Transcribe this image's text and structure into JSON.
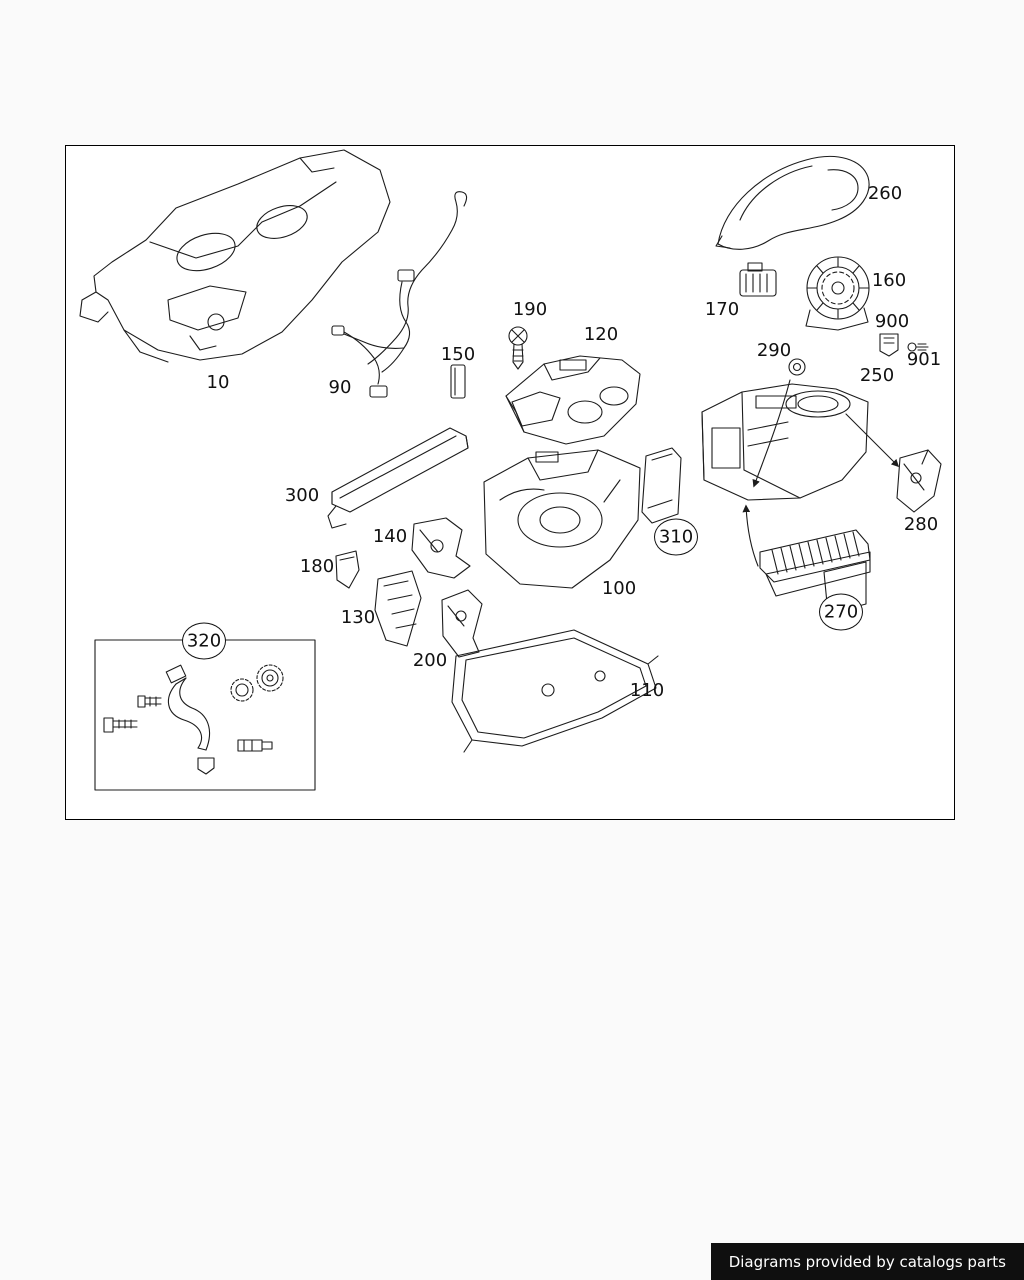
{
  "labels": [
    {
      "text": "10",
      "circled": false
    },
    {
      "text": "90",
      "circled": false
    },
    {
      "text": "150",
      "circled": false
    },
    {
      "text": "190",
      "circled": false
    },
    {
      "text": "120",
      "circled": false
    },
    {
      "text": "170",
      "circled": false
    },
    {
      "text": "260",
      "circled": false
    },
    {
      "text": "160",
      "circled": false
    },
    {
      "text": "900",
      "circled": false
    },
    {
      "text": "901",
      "circled": false
    },
    {
      "text": "290",
      "circled": false
    },
    {
      "text": "250",
      "circled": false
    },
    {
      "text": "300",
      "circled": false
    },
    {
      "text": "140",
      "circled": false
    },
    {
      "text": "180",
      "circled": false
    },
    {
      "text": "310",
      "circled": true
    },
    {
      "text": "100",
      "circled": false
    },
    {
      "text": "130",
      "circled": false
    },
    {
      "text": "280",
      "circled": false
    },
    {
      "text": "270",
      "circled": true
    },
    {
      "text": "200",
      "circled": false
    },
    {
      "text": "110",
      "circled": false
    },
    {
      "text": "320",
      "circled": true
    }
  ],
  "footer": {
    "text": "Diagrams provided by catalogs parts"
  },
  "colors": {
    "line": "#1c1c1c",
    "footer_bg": "#0f0f0f",
    "footer_text": "#ffffff",
    "frame_border": "#000000"
  }
}
